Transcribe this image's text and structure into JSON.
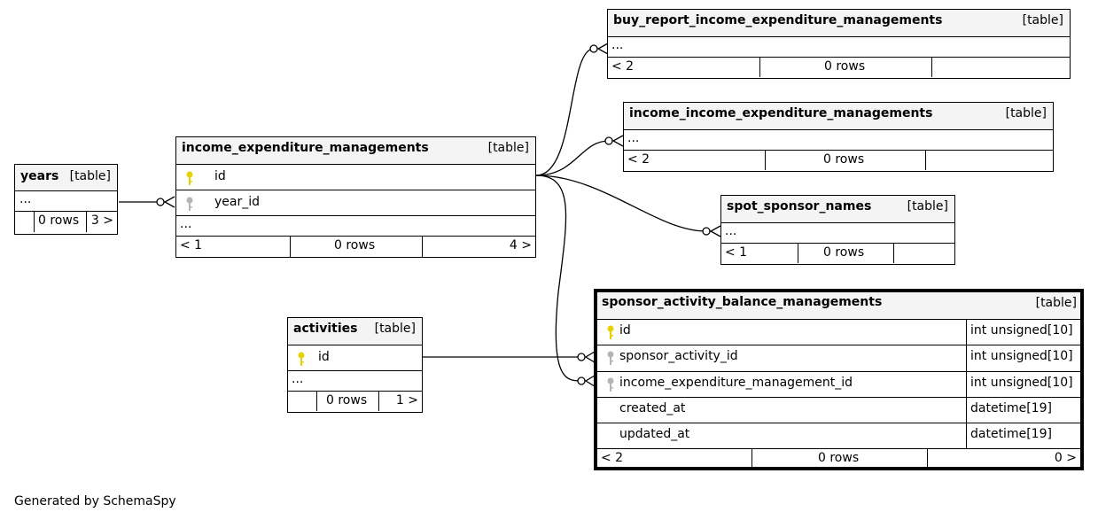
{
  "tables": {
    "years": {
      "name": "years",
      "kind": "[table]",
      "ellipsis": "...",
      "rows": "0 rows",
      "children": "3 >"
    },
    "iem": {
      "name": "income_expenditure_managements",
      "kind": "[table]",
      "columns": [
        "id",
        "year_id"
      ],
      "ellipsis": "...",
      "parents": "< 1",
      "rows": "0 rows",
      "children": "4 >"
    },
    "brie": {
      "name": "buy_report_income_expenditure_managements",
      "kind": "[table]",
      "ellipsis": "...",
      "parents": "< 2",
      "rows": "0 rows"
    },
    "iiem": {
      "name": "income_income_expenditure_managements",
      "kind": "[table]",
      "ellipsis": "...",
      "parents": "< 2",
      "rows": "0 rows"
    },
    "ssn": {
      "name": "spot_sponsor_names",
      "kind": "[table]",
      "ellipsis": "...",
      "parents": "< 1",
      "rows": "0 rows"
    },
    "activities": {
      "name": "activities",
      "kind": "[table]",
      "columns": [
        "id"
      ],
      "ellipsis": "...",
      "rows": "0 rows",
      "children": "1 >"
    },
    "sabm": {
      "name": "sponsor_activity_balance_managements",
      "kind": "[table]",
      "columns": [
        {
          "name": "id",
          "type": "int unsigned[10]"
        },
        {
          "name": "sponsor_activity_id",
          "type": "int unsigned[10]"
        },
        {
          "name": "income_expenditure_management_id",
          "type": "int unsigned[10]"
        },
        {
          "name": "created_at",
          "type": "datetime[19]"
        },
        {
          "name": "updated_at",
          "type": "datetime[19]"
        }
      ],
      "parents": "< 2",
      "rows": "0 rows",
      "children": "0 >"
    }
  },
  "colors": {
    "primary_key": "#e6d200",
    "foreign_key": "#b4b4b4",
    "header_bg": "#f4f4f4"
  },
  "footer": "Generated by SchemaSpy"
}
